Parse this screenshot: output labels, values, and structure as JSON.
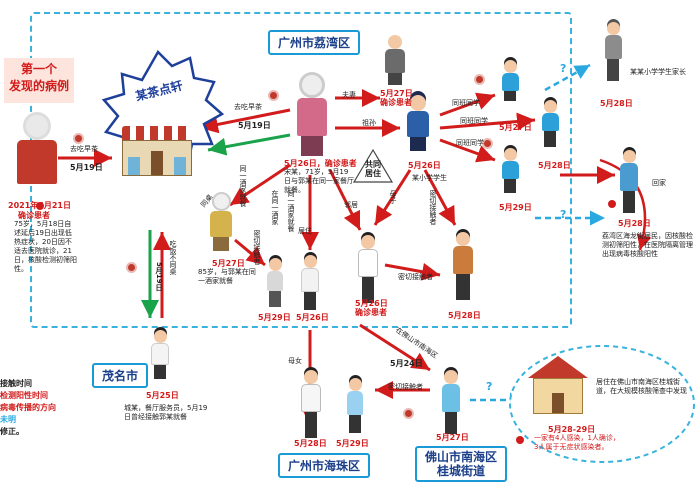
{
  "first_case": {
    "line1": "第一个",
    "line2": "发现的病例"
  },
  "star_label": "某茶点轩",
  "regions": {
    "liwan": "广州市荔湾区",
    "maoming": "茂名市",
    "haizhu": "广州市海珠区",
    "foshan_line1": "佛山市南海区",
    "foshan_line2": "桂城街道"
  },
  "dates": {
    "d0521": "2021年5月21日",
    "d0521_conf": "确诊患者",
    "d0519_top": "5月19日",
    "d0519_green": "5月19日",
    "d0519_left": "5月19日",
    "d0526_center": "5月26日，确诊患者",
    "d0527_top": "5月27日",
    "d0527_top_conf": "确诊患者",
    "d0526_right": "5月26日",
    "d0527_r1": "5月27日",
    "d0528_r2": "5月28日",
    "d0529_r3": "5月29日",
    "d0528_top": "5月28日",
    "d0528_mid": "5月28日",
    "d0527_lower": "5月27日",
    "d0529_lower": "5月29日",
    "d0526_lower": "5月26日",
    "d0526_mid": "5月26日",
    "d0526_mid_conf": "确诊患者",
    "d0528_low": "5月28日",
    "d0525": "5月25日",
    "d0528_hz": "5月28日",
    "d0529_hz": "5月29日",
    "d0524": "5月24日",
    "d0527_fs": "5月27日",
    "d0528_29": "5月28-29日"
  },
  "tags": {
    "eat_tea_left": "去吃早茶",
    "eat_tea_top": "去吃早茶",
    "husband": "夫妻",
    "grandchild": "祖孙",
    "same_class1": "同班同学",
    "same_class2": "同班同学",
    "same_class3": "同班同学",
    "live_together": "共同\n居住",
    "neighbor": "邻居",
    "mother_son": "母子",
    "close_contact1": "密切接触者",
    "close_contact2": "密切接触者",
    "close_contact3": "密切接触者",
    "close_contact4": "密切接触者",
    "same_place": "同一酒家就餐",
    "sharing_tea": "在同一酒家",
    "live_in": "居住",
    "mother_daughter": "母女",
    "same_shop": "在佛山市南海区",
    "same_table": "同桌",
    "hometown": "回家",
    "same_restaurant": "同一酒家就餐",
    "eat_diff": "吃饭不同桌"
  },
  "notes": {
    "main_case": "75岁，5月18日自述延后19日出现低热症状，20日因不适去医院就诊，21日，核酸检测初筛阳性。",
    "center_case": "宋某，71岁，5月19日与郭某在同一家餐厅就餐。",
    "grandma": "85岁，与郭某在同一酒家就餐",
    "school_parent": "某某小学学生家长",
    "liwan_note": "荔湾区海龙街居民，因核酸检测初筛阳性，在医院隔离管理出现病毒核酸阳性",
    "waiter": "城某，餐厅服务员，5月19日曾经接触郭某就餐",
    "fs_house": "居住在佛山市南海区桂城街道，在大规模核酸筛查中发现",
    "family_infected": "一家有4人感染，1人确诊，3人属于无症状感染者。",
    "mid_student": "某小学学生"
  },
  "legend": {
    "l1": "接触时间",
    "l2": "检测阳性时间",
    "l3": "病毒传播的方向",
    "l4": "未明",
    "l5": "修正。"
  },
  "question_marks": {
    "q1": "?",
    "q2": "?",
    "q3": "?"
  },
  "colors": {
    "red": "#d21b1b",
    "green": "#1aa34a",
    "blue": "#29a9e0",
    "star": "#1e3f9a",
    "burst": "#ffffff"
  }
}
